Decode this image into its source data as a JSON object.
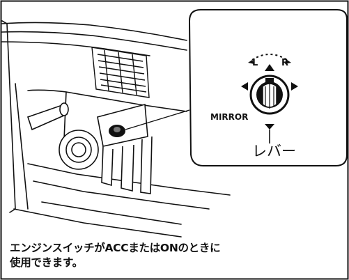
{
  "figure": {
    "labels": {
      "left": "L",
      "right": "R",
      "mirror": "MIRROR",
      "lever": "レバー"
    }
  },
  "caption": {
    "line1": "エンジンスイッチがACCまたはONのときに",
    "line2": "使用できます。"
  }
}
